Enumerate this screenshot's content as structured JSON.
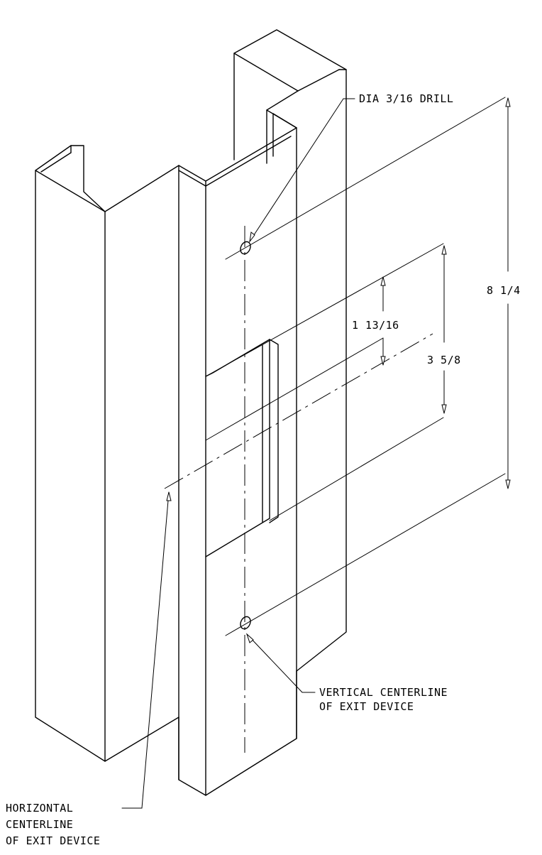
{
  "labels": {
    "drill": "DIA 3/16 DRILL",
    "dim_overall": "8 1/4",
    "dim_half": "1 13/16",
    "dim_cutout": "3 5/8",
    "vertical_line1": "VERTICAL CENTERLINE",
    "vertical_line2": "OF EXIT DEVICE",
    "horizontal_line1": "HORIZONTAL",
    "horizontal_line2": "CENTERLINE",
    "horizontal_line3": "OF EXIT DEVICE"
  }
}
